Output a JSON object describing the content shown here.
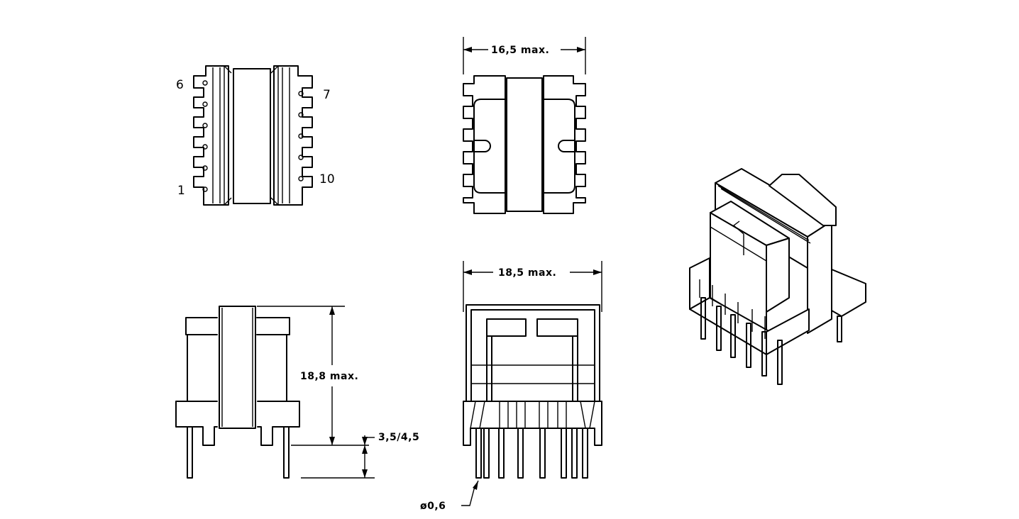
{
  "views": {
    "top": {
      "pin_labels": {
        "pin_6": "6",
        "pin_7": "7",
        "pin_1": "1",
        "pin_10": "10"
      }
    },
    "side_top": {
      "width_label": "16,5  max."
    },
    "front": {
      "height_label": "18,8  max.",
      "pin_length_label": "3,5/4,5"
    },
    "side_front": {
      "width_label": "18,5  max.",
      "pin_diameter_label": "ø0,6"
    }
  },
  "colors": {
    "line": "#000000",
    "background": "#ffffff"
  }
}
